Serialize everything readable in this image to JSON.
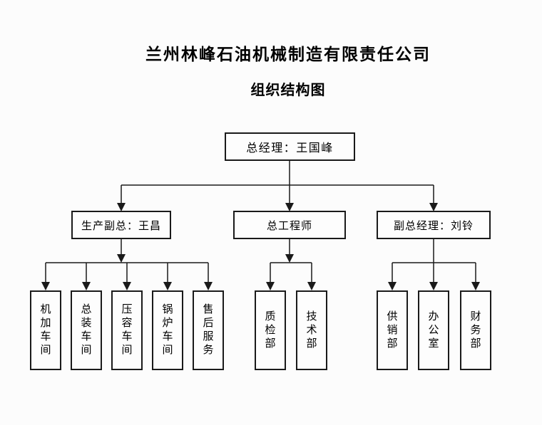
{
  "titles": {
    "company": "兰州林峰石油机械制造有限责任公司",
    "chart": "组织结构图"
  },
  "org": {
    "root": {
      "label": "总经理：王国峰"
    },
    "branches": [
      {
        "manager": {
          "label": "生产副总：王昌"
        },
        "departments": [
          {
            "label": "机加车间"
          },
          {
            "label": "总装车间"
          },
          {
            "label": "压容车间"
          },
          {
            "label": "锅炉车间"
          },
          {
            "label": "售后服务"
          }
        ]
      },
      {
        "manager": {
          "label": "总工程师"
        },
        "departments": [
          {
            "label": "质检部"
          },
          {
            "label": "技术部"
          }
        ]
      },
      {
        "manager": {
          "label": "副总经理：刘铃"
        },
        "departments": [
          {
            "label": "供销部"
          },
          {
            "label": "办公室"
          },
          {
            "label": "财务部"
          }
        ]
      }
    ]
  },
  "colors": {
    "background": "#fcfcfc",
    "line": "#1a1a1a",
    "box_border": "#1a1a1a",
    "box_fill": "#fdfdfd",
    "text": "#000000"
  }
}
